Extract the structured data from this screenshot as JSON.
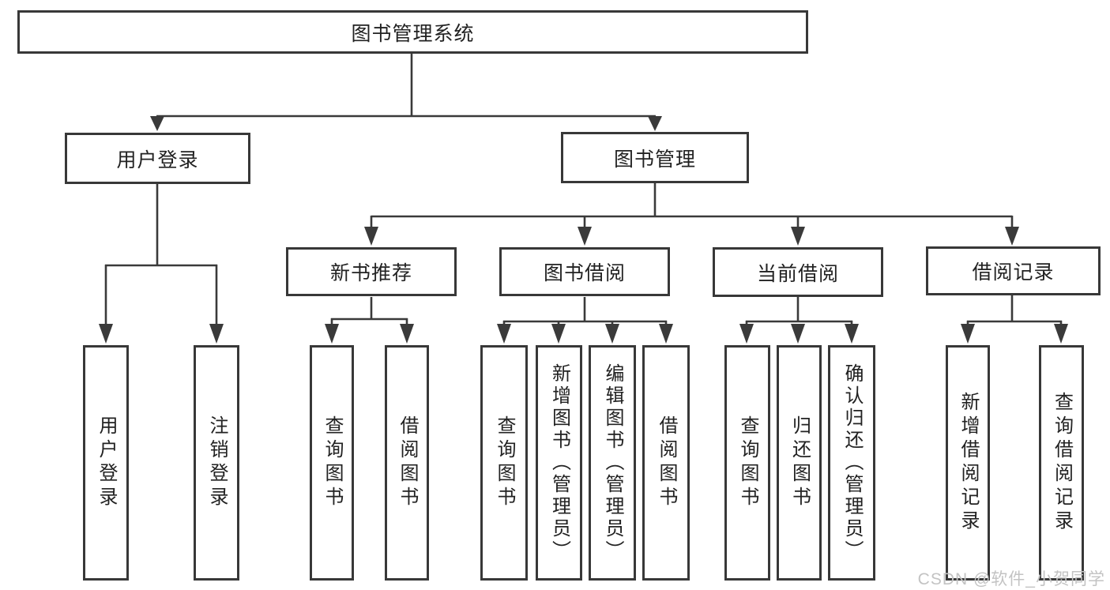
{
  "diagram": {
    "root_label": "图书管理系统",
    "level2": [
      {
        "label": "用户登录",
        "leaves": [
          "用户登录",
          "注销登录"
        ]
      },
      {
        "label": "图书管理",
        "groups": [
          {
            "label": "新书推荐",
            "leaves": [
              "查询图书",
              "借阅图书"
            ]
          },
          {
            "label": "图书借阅",
            "leaves": [
              "查询图书",
              "新增图书（管理员）",
              "编辑图书（管理员）",
              "借阅图书"
            ]
          },
          {
            "label": "当前借阅",
            "leaves": [
              "查询图书",
              "归还图书",
              "确认归还（管理员）"
            ]
          },
          {
            "label": "借阅记录",
            "leaves": [
              "新增借阅记录",
              "查询借阅记录"
            ]
          }
        ]
      }
    ]
  },
  "watermark": "CSDN @软件_小贺同学",
  "colors": {
    "line": "#3a3a3a",
    "border": "#383838",
    "text": "#222222",
    "watermark": "#c3c3c3",
    "background": "#ffffff"
  }
}
